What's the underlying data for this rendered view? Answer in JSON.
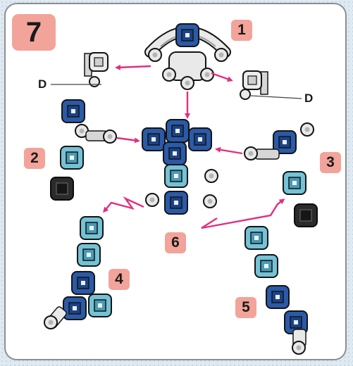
{
  "step": "7",
  "parts": [
    {
      "label": "1"
    },
    {
      "label": "2"
    },
    {
      "label": "3"
    },
    {
      "label": "4"
    },
    {
      "label": "5"
    },
    {
      "label": "6"
    }
  ],
  "connector_label": "D",
  "colors": {
    "accent_badge": "#f2a49a",
    "arrow": "#e0307f",
    "dark_blue": "#2a5aa8",
    "light_blue": "#74c2d6",
    "black_block": "#2b2b2b",
    "white_joint": "#e9e9e9"
  }
}
